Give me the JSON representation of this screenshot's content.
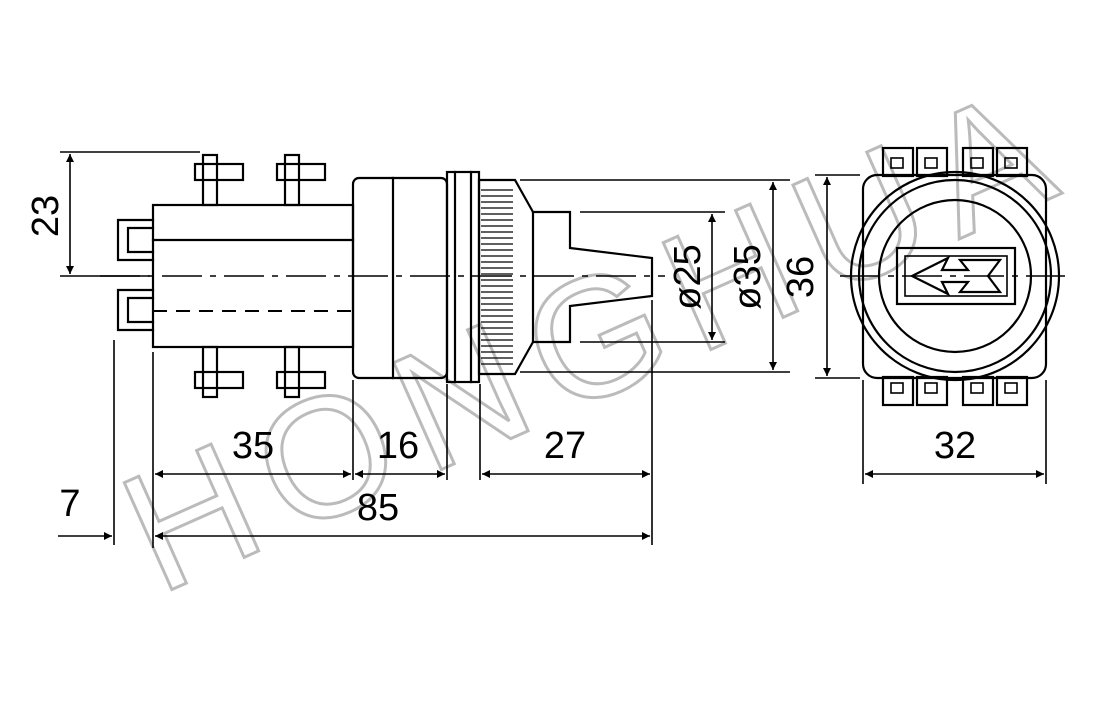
{
  "watermark": "HONGHUA",
  "side_view": {
    "dimensions": {
      "height_top_terminal": "23",
      "body_length": "35",
      "ring_length": "16",
      "knob_length": "27",
      "overall_length": "85",
      "offset": "7",
      "knob_diameter": "ø25",
      "bezel_diameter": "ø35",
      "front_height": "36"
    }
  },
  "front_view": {
    "dimensions": {
      "width": "32"
    }
  }
}
